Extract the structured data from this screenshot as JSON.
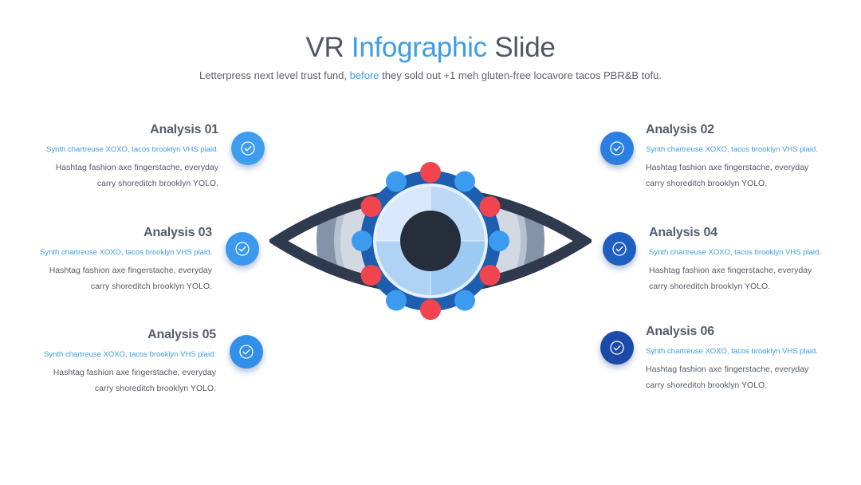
{
  "header": {
    "title_part1": "VR",
    "title_accent": "Infographic",
    "title_part2": "Slide",
    "subtitle_part1": "Letterpress next level trust fund,",
    "subtitle_accent": "before",
    "subtitle_part2": "they sold out +1 meh gluten-free locavore tacos PBR&B tofu."
  },
  "items": [
    {
      "title": "Analysis 01",
      "lead": "Synth chartreuse XOXO, tacos brooklyn VHS plaid.",
      "body_line1": "Hashtag fashion axe fingerstache, everyday",
      "body_line2": "carry shoreditch brooklyn YOLO.",
      "badge_color": "#3f9df0",
      "icon": "check-circle-icon"
    },
    {
      "title": "Analysis 02",
      "lead": "Synth chartreuse XOXO, tacos brooklyn VHS plaid.",
      "body_line1": "Hashtag fashion axe fingerstache, everyday",
      "body_line2": "carry shoreditch brooklyn YOLO.",
      "badge_color": "#2a7fe0",
      "icon": "check-circle-icon"
    },
    {
      "title": "Analysis 03",
      "lead": "Synth chartreuse XOXO, tacos brooklyn VHS plaid.",
      "body_line1": "Hashtag fashion axe fingerstache, everyday",
      "body_line2": "carry shoreditch brooklyn YOLO.",
      "badge_color": "#3a98ee",
      "icon": "check-circle-icon"
    },
    {
      "title": "Analysis 04",
      "lead": "Synth chartreuse XOXO, tacos brooklyn VHS plaid.",
      "body_line1": "Hashtag fashion axe fingerstache, everyday",
      "body_line2": "carry shoreditch brooklyn YOLO.",
      "badge_color": "#1f5fbf",
      "icon": "check-circle-icon"
    },
    {
      "title": "Analysis 05",
      "lead": "Synth chartreuse XOXO, tacos brooklyn VHS plaid.",
      "body_line1": "Hashtag fashion axe fingerstache, everyday",
      "body_line2": "carry shoreditch brooklyn YOLO.",
      "badge_color": "#3190ea",
      "icon": "check-circle-icon"
    },
    {
      "title": "Analysis 06",
      "lead": "Synth chartreuse XOXO, tacos brooklyn VHS plaid.",
      "body_line1": "Hashtag fashion axe fingerstache, everyday",
      "body_line2": "carry shoreditch brooklyn YOLO.",
      "badge_color": "#1c4aa8",
      "icon": "check-circle-icon"
    }
  ],
  "colors": {
    "accent": "#3c9ee3",
    "eye_outline": "#2f3a4e",
    "dot_red": "#f0444f",
    "dot_blue": "#3d9bef",
    "ring_dark": "#1d5eae",
    "pupil": "#262d3b"
  }
}
